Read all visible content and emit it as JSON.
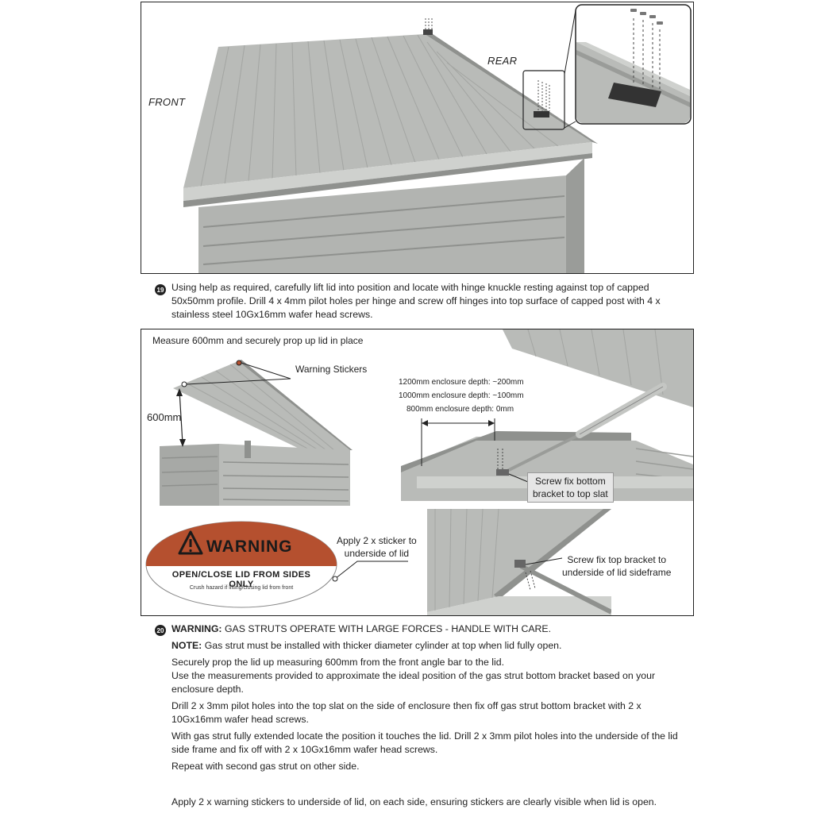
{
  "step19": {
    "number": "19",
    "labels": {
      "front": "FRONT",
      "rear": "REAR"
    },
    "text": "Using help as required, carefully lift lid into position and locate with hinge knuckle resting against top of capped 50x50mm profile. Drill 4 x 4mm pilot holes per hinge and screw off hinges into top surface of capped post with 4 x stainless steel 10Gx16mm wafer head screws."
  },
  "step20": {
    "number": "20",
    "panel_title": "Measure 600mm and securely prop up lid in place",
    "warning_stickers_label": "Warning Stickers",
    "measure_label": "600mm",
    "depths": [
      "1200mm enclosure depth: ~200mm",
      "1000mm enclosure depth: ~100mm",
      "800mm enclosure depth: 0mm"
    ],
    "bottom_bracket_callout": [
      "Screw fix bottom",
      "bracket to top slat"
    ],
    "sticker_callout": [
      "Apply 2 x sticker to",
      "underside of lid"
    ],
    "top_bracket_callout": [
      "Screw fix top bracket to",
      "underside of lid sideframe"
    ],
    "sticker": {
      "title": "WARNING",
      "line1": "OPEN/CLOSE LID FROM SIDES ONLY",
      "line2": "Crush hazard if lifting/closing lid from front"
    },
    "warning_label": "WARNING:",
    "warning_text": "GAS STRUTS OPERATE WITH LARGE FORCES - HANDLE WITH CARE.",
    "note_label": "NOTE:",
    "note_text": "Gas strut must be installed with thicker diameter cylinder at top when lid fully open.",
    "paragraphs": [
      "Securely prop the lid up measuring 600mm from the front angle bar to the lid.",
      "Use the measurements provided to approximate the ideal position of the gas strut bottom bracket based on your enclosure depth.",
      "Drill 2 x 3mm pilot holes into the top slat on the side of enclosure then fix off gas strut bottom bracket with 2 x 10Gx16mm wafer head screws.",
      "With gas strut fully extended locate the position it touches the lid. Drill 2 x 3mm pilot holes into the underside of the lid side frame and fix off with 2 x 10Gx16mm wafer head screws.",
      "Repeat with second gas strut on other side."
    ],
    "final_text": "Apply 2 x warning stickers to underside of lid, on each side, ensuring stickers are clearly visible when lid is open."
  },
  "colors": {
    "panel_grey": "#b9bbb8",
    "panel_dark": "#9a9c99",
    "sticker_red": "#b5502f"
  }
}
